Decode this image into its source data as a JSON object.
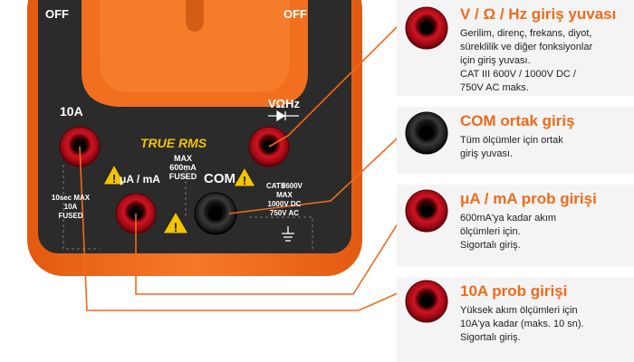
{
  "device": {
    "off_left": "OFF",
    "off_right": "OFF",
    "brand_strip": "TRUE RMS",
    "label_10a": "10A",
    "label_vohz": "VΩHz",
    "label_ua_ma": "μA / mA",
    "label_com": "COM",
    "max_fused_lines": [
      "MAX",
      "600mA",
      "FUSED"
    ],
    "left_rating_lines": [
      "10sec MAX",
      "10A",
      "FUSED"
    ],
    "right_rating_lines": [
      "CATⅢ600V",
      "MAX",
      "1000V DC",
      "750V AC"
    ]
  },
  "callouts": [
    {
      "title": "V / Ω / Hz giriş yuvası",
      "lines": [
        "Gerilim, direnç, frekans, diyot,",
        "süreklilik ve diğer fonksiyonlar",
        "için giriş yuvası.",
        "CAT III 600V / 1000V DC /",
        "750V AC maks."
      ],
      "jack_color": "red"
    },
    {
      "title": "COM ortak giriş",
      "lines": [
        "Tüm ölçümler için ortak",
        "giriş yuvası."
      ],
      "jack_color": "black"
    },
    {
      "title": "μA / mA prob girişi",
      "lines": [
        "600mA'ya kadar akım",
        "ölçümleri için.",
        "Sigortalı giriş."
      ],
      "jack_color": "red"
    },
    {
      "title": "10A prob girişi",
      "lines": [
        "Yüksek akım ölçümleri için",
        "10A'ya kadar (maks. 10 sn).",
        "Sigortalı giriş."
      ],
      "jack_color": "red"
    }
  ],
  "colors": {
    "orange": "#f26a1b",
    "body_dark": "#2a2a2a",
    "jack_red": "#c8101e",
    "jack_black": "#111111",
    "leader": "#f26a1b",
    "panel_bg": "#f4f4f4"
  }
}
